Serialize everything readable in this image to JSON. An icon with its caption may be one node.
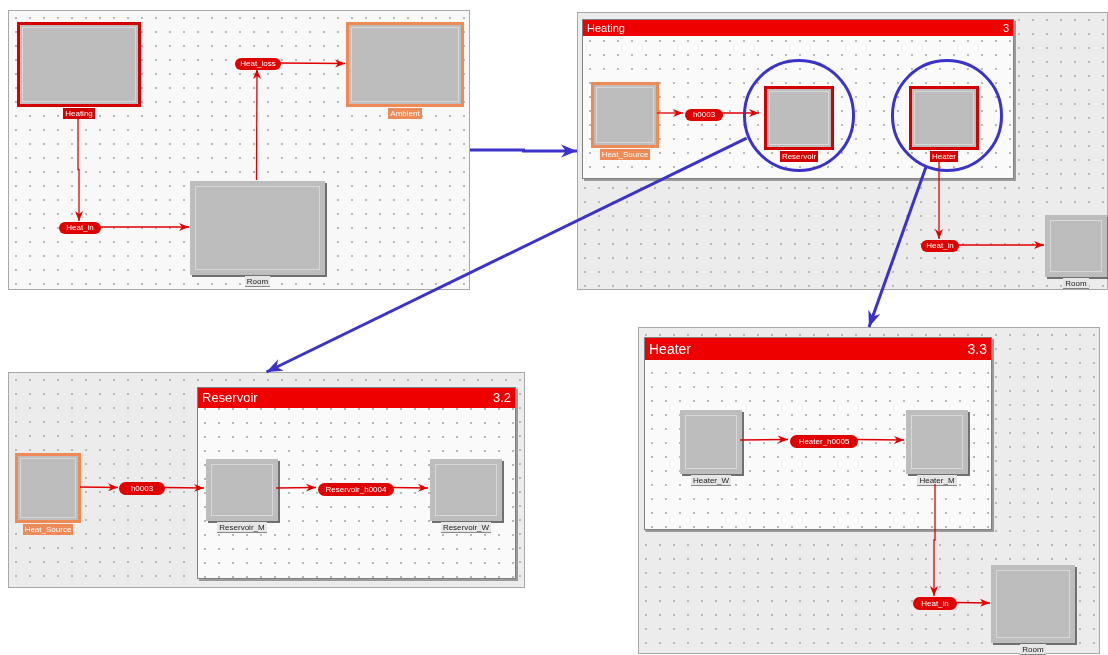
{
  "diagram": {
    "nodes": [
      {
        "text": [],
        "shape": "box"
      },
      {
        "text": [
          "Heating"
        ],
        "in": 0
      },
      {
        "text": [
          "Ambient"
        ],
        "in": 0
      },
      {
        "text": [
          "Heat_loss"
        ],
        "in": 0
      },
      {
        "text": [
          "Heat_in"
        ],
        "in": 0
      },
      {
        "text": [
          "Room"
        ],
        "in": 0
      },
      {
        "text": [],
        "shape": "box"
      },
      {
        "text": [
          "Heating",
          "3"
        ],
        "in": 6
      },
      {
        "text": [
          "Heat_Source"
        ],
        "in": 7
      },
      {
        "text": [
          "h0003"
        ],
        "in": 7
      },
      {
        "text": [],
        "shape": "circle",
        "in": 7
      },
      {
        "text": [
          "Reservoir"
        ],
        "in": 10
      },
      {
        "text": [],
        "shape": "circle",
        "in": 7
      },
      {
        "text": [
          "Heater"
        ],
        "in": 12
      },
      {
        "text": [
          "Heat_in"
        ],
        "in": 6
      },
      {
        "text": [
          "Room"
        ],
        "in": 6
      },
      {
        "text": [],
        "shape": "box"
      },
      {
        "text": [
          "Reservoir",
          "3.2"
        ],
        "in": 16
      },
      {
        "text": [
          "Heat_Source"
        ],
        "in": 16
      },
      {
        "text": [
          "h0003"
        ],
        "in": 16
      },
      {
        "text": [
          "Reservoir_M"
        ],
        "in": 17
      },
      {
        "text": [
          "Reservoir_h0004"
        ],
        "in": 17
      },
      {
        "text": [
          "Reservoir_W"
        ],
        "in": 17
      },
      {
        "text": [],
        "shape": "box"
      },
      {
        "text": [
          "Heater",
          "3.3"
        ],
        "in": 23
      },
      {
        "text": [
          "Heater_W"
        ],
        "in": 24
      },
      {
        "text": [
          "Heater_h0005"
        ],
        "in": 24
      },
      {
        "text": [
          "Heater_M"
        ],
        "in": 24
      },
      {
        "text": [
          "Heat_in"
        ],
        "in": 23
      },
      {
        "text": [
          "Room"
        ],
        "in": 23
      }
    ],
    "edges": [
      {
        "from": 1,
        "to": 4,
        "arrow": "to"
      },
      {
        "from": 4,
        "to": 5,
        "arrow": "to"
      },
      {
        "from": 5,
        "to": 3,
        "arrow": "to"
      },
      {
        "from": 3,
        "to": 2,
        "arrow": "to"
      },
      {
        "from": 8,
        "to": 9,
        "arrow": "to"
      },
      {
        "from": 9,
        "to": 11,
        "arrow": "to"
      },
      {
        "from": 13,
        "to": 14,
        "arrow": "to"
      },
      {
        "from": 14,
        "to": 15,
        "arrow": "to"
      },
      {
        "from": 18,
        "to": 19,
        "arrow": "to"
      },
      {
        "from": 19,
        "to": 20,
        "arrow": "to"
      },
      {
        "from": 20,
        "to": 21,
        "arrow": "to"
      },
      {
        "from": 21,
        "to": 22,
        "arrow": "to"
      },
      {
        "from": 25,
        "to": 26,
        "arrow": "to"
      },
      {
        "from": 26,
        "to": 27,
        "arrow": "to"
      },
      {
        "from": 27,
        "to": 28,
        "arrow": "to"
      },
      {
        "from": 28,
        "to": 29,
        "arrow": "to"
      },
      {
        "from": 0,
        "to": 6,
        "arrow": "to",
        "style": "thick",
        "color": "#3b33c9"
      },
      {
        "from": 10,
        "to": 16,
        "arrow": "to",
        "style": "thick",
        "color": "#3b33c9"
      },
      {
        "from": 12,
        "to": 23,
        "arrow": "to",
        "style": "thick",
        "color": "#3b33c9"
      }
    ]
  }
}
